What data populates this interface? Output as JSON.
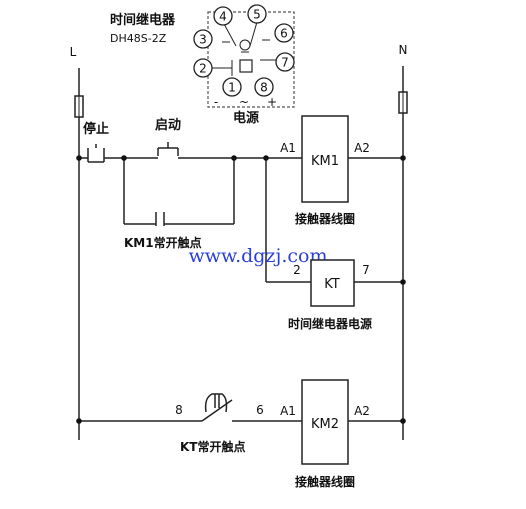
{
  "relay": {
    "title": "时间继电器",
    "model": "DH48S-2Z",
    "pins": [
      "1",
      "2",
      "3",
      "4",
      "5",
      "6",
      "7",
      "8"
    ],
    "polarity": [
      "-",
      "~",
      "+"
    ],
    "power_caption": "电源"
  },
  "rails": {
    "left": "L",
    "right": "N"
  },
  "labels": {
    "stop": "停止",
    "start": "启动",
    "km1_contact": "KM1常开触点",
    "kt_contact": "KT常开触点",
    "coil_caption_1": "接触器线圈",
    "coil_caption_2": "接触器线圈",
    "kt_caption": "时间继电器电源",
    "watermark": "www.dgzj.com"
  },
  "coils": {
    "km1": {
      "name": "KM1",
      "left": "A1",
      "right": "A2"
    },
    "kt": {
      "name": "KT",
      "left": "2",
      "right": "7"
    },
    "km2": {
      "name": "KM2",
      "left": "A1",
      "right": "A2"
    }
  },
  "kt_contact_pins": {
    "left": "8",
    "right": "6"
  }
}
